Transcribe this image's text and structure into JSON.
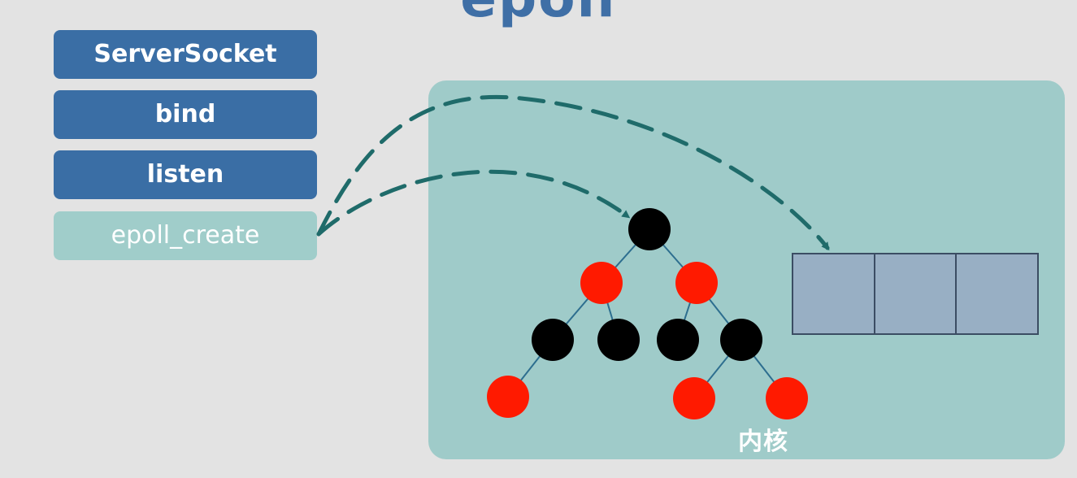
{
  "title": "epoll",
  "steps": [
    {
      "label": "ServerSocket",
      "state": "normal"
    },
    {
      "label": "bind",
      "state": "normal"
    },
    {
      "label": "listen",
      "state": "normal"
    },
    {
      "label": "epoll_create",
      "state": "highlighted"
    }
  ],
  "kernel": {
    "label": "内核",
    "tree_nodes": [
      {
        "color": "black"
      },
      {
        "color": "red"
      },
      {
        "color": "red"
      },
      {
        "color": "black"
      },
      {
        "color": "black"
      },
      {
        "color": "black"
      },
      {
        "color": "black"
      },
      {
        "color": "red"
      },
      {
        "color": "red"
      },
      {
        "color": "red"
      }
    ],
    "ready_list_cells": 3
  },
  "colors": {
    "step_bg": "#3a6ea5",
    "step_highlight_bg": "#a0cdca",
    "kernel_bg": "#9fcbc9",
    "arrow": "#1f6b6a",
    "node_red": "#ff1a00",
    "node_black": "#000000",
    "ready_list_bg": "#98afc4"
  }
}
